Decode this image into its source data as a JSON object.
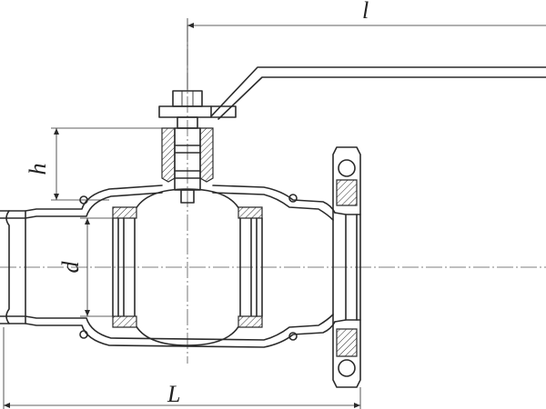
{
  "drawing": {
    "dimension_labels": {
      "handle_length": "l",
      "stem_height": "h",
      "bore_diameter": "d",
      "body_length": "L"
    },
    "line_color": "#2b2b2b",
    "background": "#ffffff"
  }
}
